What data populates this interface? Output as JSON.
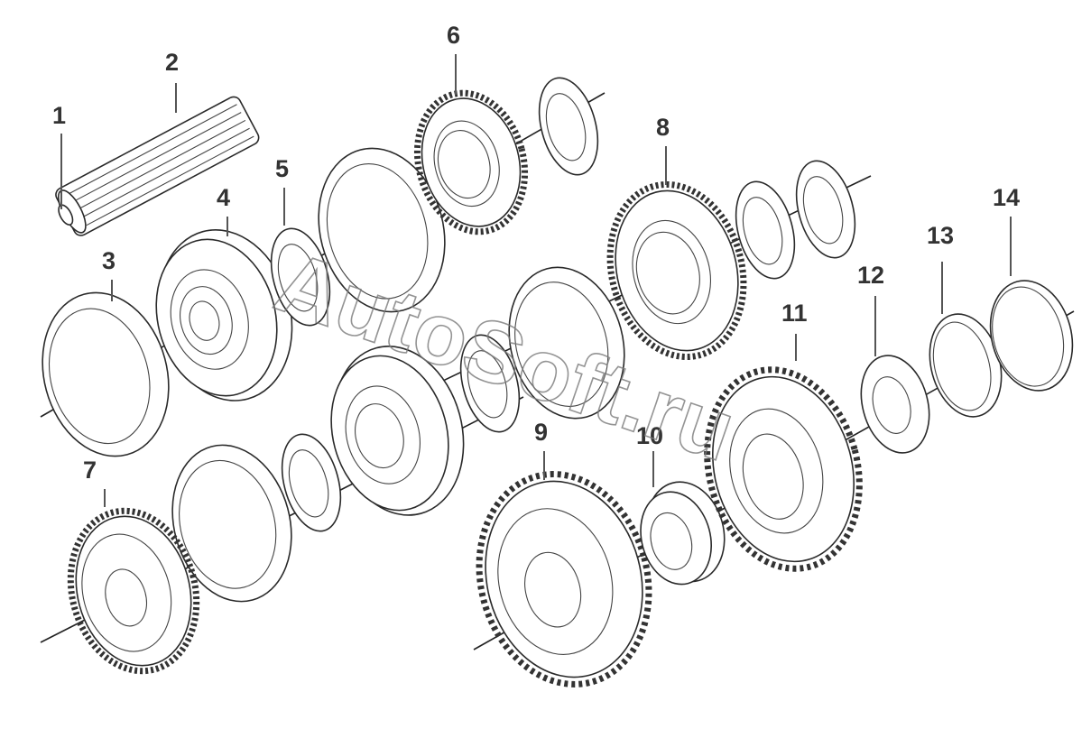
{
  "labels": {
    "p1": "1",
    "p2": "2",
    "p3": "3",
    "p4": "4",
    "p5": "5",
    "p6": "6",
    "p7": "7",
    "p8": "8",
    "p9": "9",
    "p10": "10",
    "p11": "11",
    "p12": "12",
    "p13": "13",
    "p14": "14"
  },
  "watermark": "AutoSoft.ru"
}
